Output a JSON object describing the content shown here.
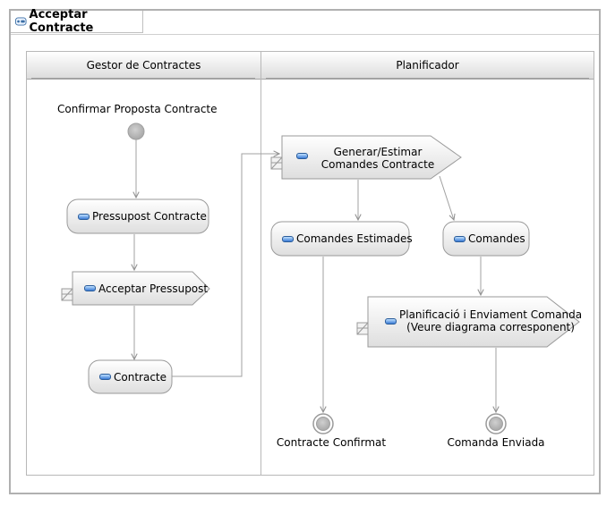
{
  "diagram": {
    "title": "Acceptar Contracte",
    "lanes": [
      {
        "label": "Gestor de Contractes"
      },
      {
        "label": "Planificador"
      }
    ],
    "nodes": {
      "initial_label": "Confirmar Proposta Contracte",
      "pressupost": "Pressupost Contracte",
      "acceptar": "Acceptar Pressupost",
      "contracte": "Contracte",
      "generar": "Generar/Estimar Comandes Contracte",
      "estimades": "Comandes Estimades",
      "comandes": "Comandes",
      "planificacio_line1": "Planificació i Enviament Comanda",
      "planificacio_line2": "(Veure diagrama corresponent)",
      "final1_label": "Contracte Confirmat",
      "final2_label": "Comanda Enviada"
    }
  }
}
